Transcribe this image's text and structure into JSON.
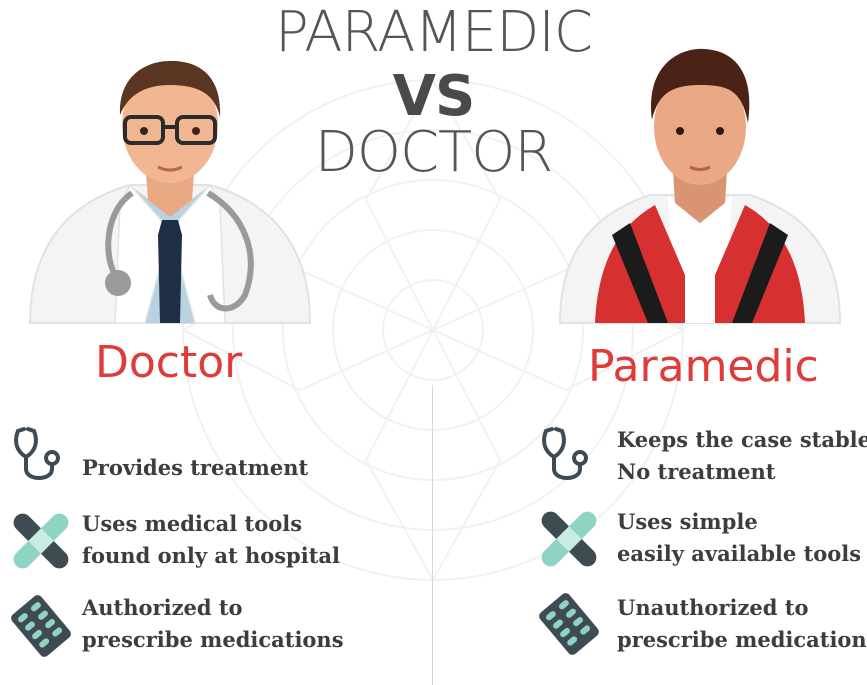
{
  "header": {
    "line1": "PARAMEDIC",
    "line2": "VS",
    "line3": "DOCTOR"
  },
  "doctor": {
    "label": "Doctor",
    "features": [
      {
        "icon": "stethoscope-icon",
        "lines": [
          "Provides treatment"
        ]
      },
      {
        "icon": "bandage-icon",
        "lines": [
          "Uses medical tools",
          "found only at hospital"
        ]
      },
      {
        "icon": "pill-pack-icon",
        "lines": [
          "Authorized to",
          "prescribe medications"
        ]
      }
    ]
  },
  "paramedic": {
    "label": "Paramedic",
    "features": [
      {
        "icon": "stethoscope-icon",
        "lines": [
          "Keeps the case stable",
          "No treatment"
        ]
      },
      {
        "icon": "bandage-icon",
        "lines": [
          "Uses simple",
          "easily available tools"
        ]
      },
      {
        "icon": "pill-pack-icon",
        "lines": [
          "Unauthorized to",
          "prescribe medications"
        ]
      }
    ]
  },
  "colors": {
    "accent_red": "#e03a3a",
    "text_dark": "#3d3d3d",
    "icon_dark": "#3f4b52",
    "icon_teal": "#8fd3c4"
  }
}
